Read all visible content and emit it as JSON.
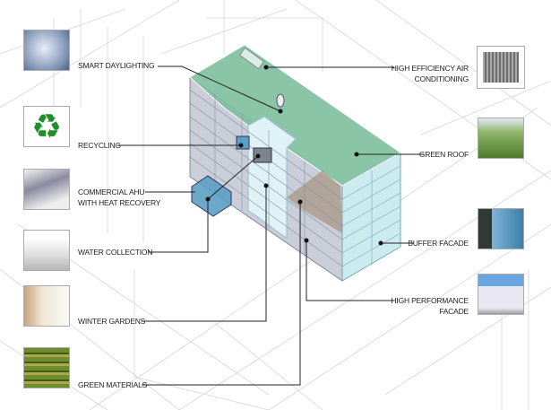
{
  "labels": {
    "smart_daylighting": "SMART DAYLIGHTING",
    "recycling": "RECYCLING",
    "commercial_ahu_1": "COMMERCIAL AHU",
    "commercial_ahu_2": "WITH HEAT RECOVERY",
    "water_collection": "WATER COLLECTION",
    "winter_gardens": "WINTER GARDENS",
    "green_materials": "GREEN MATERIALS",
    "hvac_1": "HIGH EFFICIENCY AIR",
    "hvac_2": "CONDITIONING",
    "green_roof": "GREEN ROOF",
    "buffer_facade": "BUFFER FACADE",
    "hp_facade_1": "HIGH PERFORMANCE",
    "hp_facade_2": "FACADE"
  },
  "colors": {
    "roof": "#7dbf9e",
    "glass": "#bfe6ea",
    "facade": "#c9ced8",
    "ahu": "#5b9fc4",
    "leader": "#222222"
  }
}
